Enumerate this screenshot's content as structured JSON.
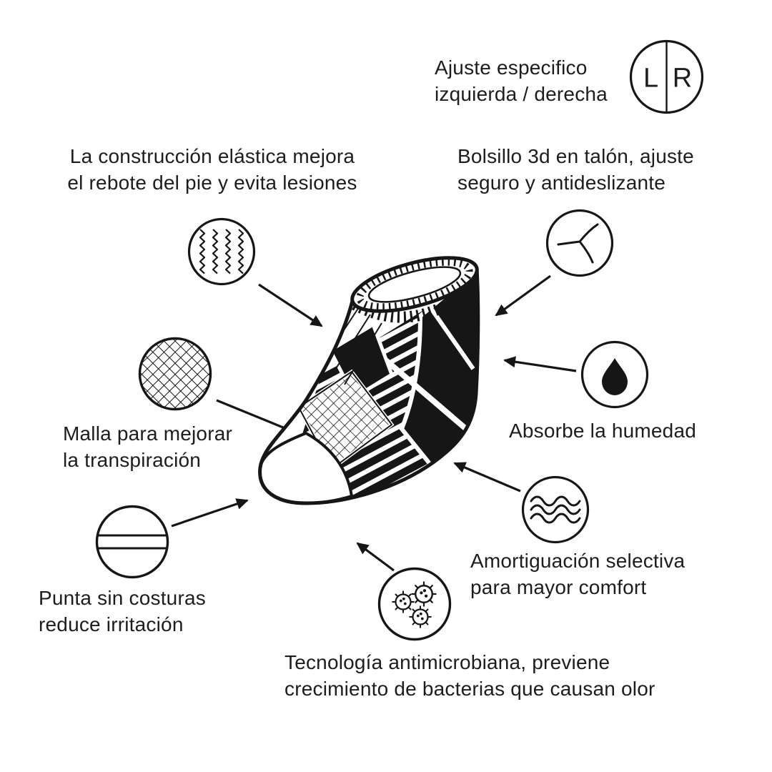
{
  "page": {
    "background": "#ffffff",
    "ink": "#161616"
  },
  "callouts": {
    "fit_lr": {
      "line1": "Ajuste especifico",
      "line2": "izquierda / derecha",
      "icon": "lr-badge-icon",
      "left_letter": "L",
      "right_letter": "R"
    },
    "elastic": {
      "line1": "La construcción elástica mejora",
      "line2": "el rebote del pie y evita lesiones",
      "icon": "elastic-knit-icon"
    },
    "heel_pocket": {
      "line1": "Bolsillo 3d en talón, ajuste",
      "line2": "seguro y antideslizante",
      "icon": "heel-pocket-icon"
    },
    "mesh": {
      "line1": "Malla para mejorar",
      "line2": "la transpiración",
      "icon": "mesh-icon"
    },
    "moisture": {
      "line1": "Absorbe la humedad",
      "icon": "water-drop-icon"
    },
    "seamless_toe": {
      "line1": "Punta sin costuras",
      "line2": "reduce irritación",
      "icon": "seamless-toe-icon"
    },
    "cushioning": {
      "line1": "Amortiguación selectiva",
      "line2": "para mayor comfort",
      "icon": "cushion-waves-icon"
    },
    "antimicrobial": {
      "line1": "Tecnología antimicrobiana, previene",
      "line2": "crecimiento de bacterias que causan olor",
      "icon": "antimicrobial-icon"
    }
  }
}
